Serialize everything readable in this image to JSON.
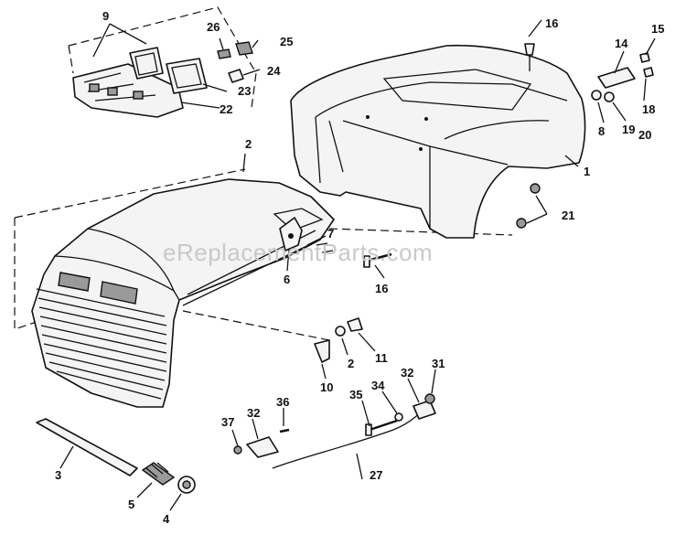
{
  "watermark": "eReplacementParts.com",
  "callouts": [
    {
      "id": "c1",
      "label": "1"
    },
    {
      "id": "c2a",
      "label": "2"
    },
    {
      "id": "c2b",
      "label": "2"
    },
    {
      "id": "c3",
      "label": "3"
    },
    {
      "id": "c4",
      "label": "4"
    },
    {
      "id": "c5",
      "label": "5"
    },
    {
      "id": "c6",
      "label": "6"
    },
    {
      "id": "c7",
      "label": "7"
    },
    {
      "id": "c8",
      "label": "8"
    },
    {
      "id": "c9",
      "label": "9"
    },
    {
      "id": "c10",
      "label": "10"
    },
    {
      "id": "c11",
      "label": "11"
    },
    {
      "id": "c14",
      "label": "14"
    },
    {
      "id": "c15",
      "label": "15"
    },
    {
      "id": "c16a",
      "label": "16"
    },
    {
      "id": "c16b",
      "label": "16"
    },
    {
      "id": "c18",
      "label": "18"
    },
    {
      "id": "c19",
      "label": "19"
    },
    {
      "id": "c20",
      "label": "20"
    },
    {
      "id": "c21",
      "label": "21"
    },
    {
      "id": "c22",
      "label": "22"
    },
    {
      "id": "c23",
      "label": "23"
    },
    {
      "id": "c24",
      "label": "24"
    },
    {
      "id": "c25",
      "label": "25"
    },
    {
      "id": "c26",
      "label": "26"
    },
    {
      "id": "c27",
      "label": "27"
    },
    {
      "id": "c31",
      "label": "31"
    },
    {
      "id": "c32a",
      "label": "32"
    },
    {
      "id": "c32b",
      "label": "32"
    },
    {
      "id": "c34",
      "label": "34"
    },
    {
      "id": "c35",
      "label": "35"
    },
    {
      "id": "c36",
      "label": "36"
    },
    {
      "id": "c37",
      "label": "37"
    }
  ]
}
